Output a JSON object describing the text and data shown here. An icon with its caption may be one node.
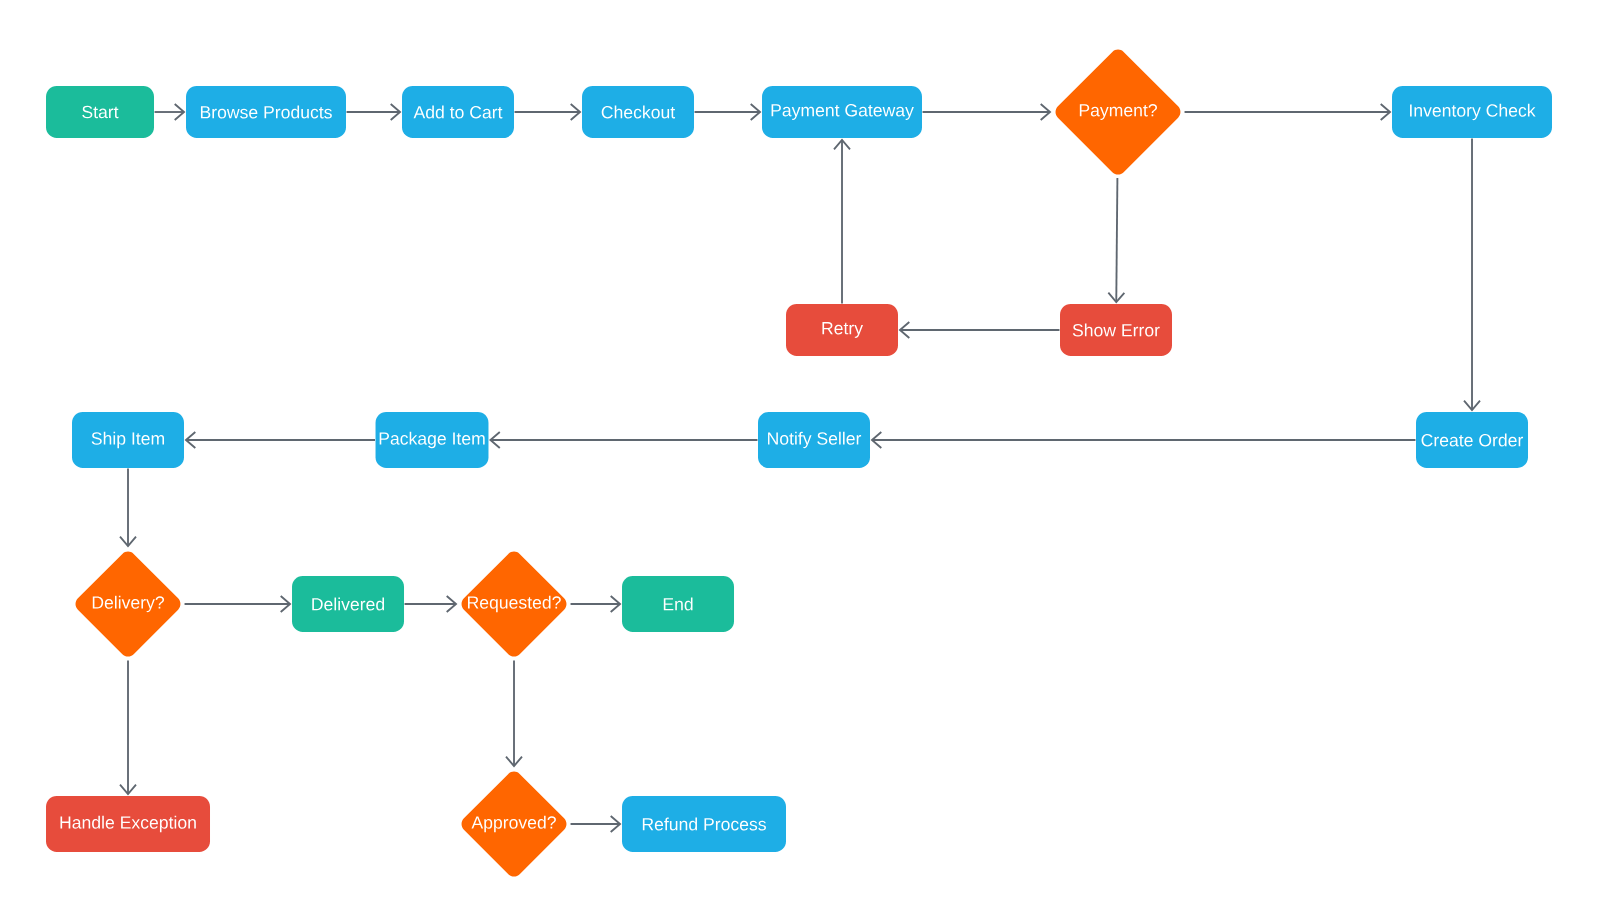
{
  "diagram": {
    "nodes": [
      {
        "text": [
          "Start"
        ]
      },
      {
        "text": [
          "Browse Products"
        ]
      },
      {
        "text": [
          "Add to Cart"
        ]
      },
      {
        "text": [
          "Checkout"
        ]
      },
      {
        "text": [
          "Payment Gateway"
        ]
      },
      {
        "text": [
          "Payment?"
        ]
      },
      {
        "text": [
          "Inventory Check"
        ]
      },
      {
        "text": [
          "Show Error"
        ]
      },
      {
        "text": [
          "Retry"
        ]
      },
      {
        "text": [
          "Create Order"
        ]
      },
      {
        "text": [
          "Notify Seller"
        ]
      },
      {
        "text": [
          "Package Item"
        ]
      },
      {
        "text": [
          "Ship Item"
        ]
      },
      {
        "text": [
          "Delivery?"
        ]
      },
      {
        "text": [
          "Delivered"
        ]
      },
      {
        "text": [
          "Requested?"
        ]
      },
      {
        "text": [
          "End"
        ]
      },
      {
        "text": [
          "Handle Exception"
        ]
      },
      {
        "text": [
          "Approved?"
        ]
      },
      {
        "text": [
          "Refund Process"
        ]
      }
    ],
    "edges": [
      {
        "from": 0,
        "to": 1,
        "arrow": "to"
      },
      {
        "from": 1,
        "to": 2,
        "arrow": "to"
      },
      {
        "from": 2,
        "to": 3,
        "arrow": "to"
      },
      {
        "from": 3,
        "to": 4,
        "arrow": "to"
      },
      {
        "from": 4,
        "to": 5,
        "arrow": "to"
      },
      {
        "from": 5,
        "to": 6,
        "arrow": "to"
      },
      {
        "from": 5,
        "to": 7,
        "arrow": "to"
      },
      {
        "from": 7,
        "to": 8,
        "arrow": "to"
      },
      {
        "from": 8,
        "to": 4,
        "arrow": "to"
      },
      {
        "from": 6,
        "to": 9,
        "arrow": "to"
      },
      {
        "from": 9,
        "to": 10,
        "arrow": "to"
      },
      {
        "from": 10,
        "to": 11,
        "arrow": "to"
      },
      {
        "from": 11,
        "to": 12,
        "arrow": "to"
      },
      {
        "from": 12,
        "to": 13,
        "arrow": "to"
      },
      {
        "from": 13,
        "to": 14,
        "arrow": "to"
      },
      {
        "from": 13,
        "to": 17,
        "arrow": "to"
      },
      {
        "from": 14,
        "to": 15,
        "arrow": "to"
      },
      {
        "from": 15,
        "to": 16,
        "arrow": "to"
      },
      {
        "from": 15,
        "to": 18,
        "arrow": "to"
      },
      {
        "from": 18,
        "to": 19,
        "arrow": "to"
      }
    ]
  }
}
